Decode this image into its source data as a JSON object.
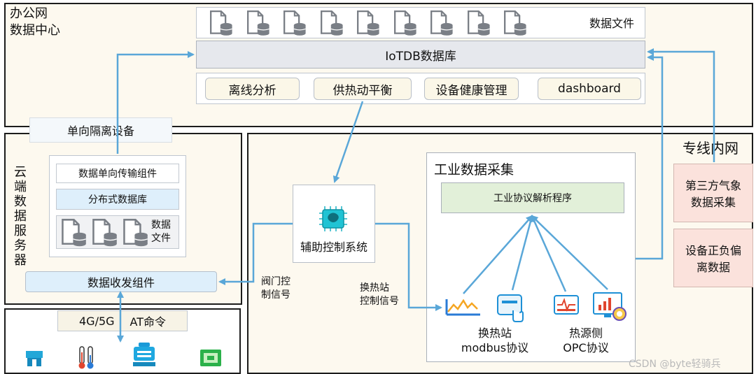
{
  "office_net": {
    "title_line1": "办公网",
    "title_line2": "数据中心"
  },
  "data_files": {
    "label": "数据文件",
    "icon": "database-file-icon"
  },
  "iotdb": {
    "label": "IoTDB数据库"
  },
  "apps": {
    "items": [
      "离线分析",
      "供热动平衡",
      "设备健康管理",
      "dashboard"
    ]
  },
  "isolation": {
    "label": "单向隔离设备"
  },
  "cloud": {
    "title": [
      "云",
      "端",
      "数",
      "据",
      "服",
      "务",
      "器"
    ],
    "transfer_component": "数据单向传输组件",
    "distributed_db": "分布式数据库",
    "files_label_line1": "数据",
    "files_label_line2": "文件",
    "transceiver": "数据收发组件"
  },
  "bottom_bar": {
    "label_left": "4G/5G",
    "label_right": "AT命令"
  },
  "dedicated_net": {
    "title": "专线内网"
  },
  "aux_control": {
    "label": "辅助控制系统",
    "icon": "chip-brain-icon"
  },
  "valve_signal": {
    "line1": "阀门控",
    "line2": "制信号"
  },
  "station_signal": {
    "line1": "换热站",
    "line2": "控制信号"
  },
  "industrial": {
    "title": "工业数据采集",
    "parser": "工业协议解析程序"
  },
  "station_protocol": {
    "line1": "换热站",
    "line2": "modbus协议"
  },
  "source_protocol": {
    "line1": "热源侧",
    "line2": "OPC协议"
  },
  "weather": {
    "line1": "第三方气象",
    "line2": "数据采集"
  },
  "pressure": {
    "line1": "设备正负偏",
    "line2": "离数据"
  },
  "watermark": {
    "text": "CSDN @byte轻骑兵"
  },
  "colors": {
    "arrow": "#5aa7d8",
    "region_bg": "#fdf9ef",
    "pink": "#fbe2dc",
    "green": "#e2f0d9",
    "light_blue": "#deeffb"
  }
}
